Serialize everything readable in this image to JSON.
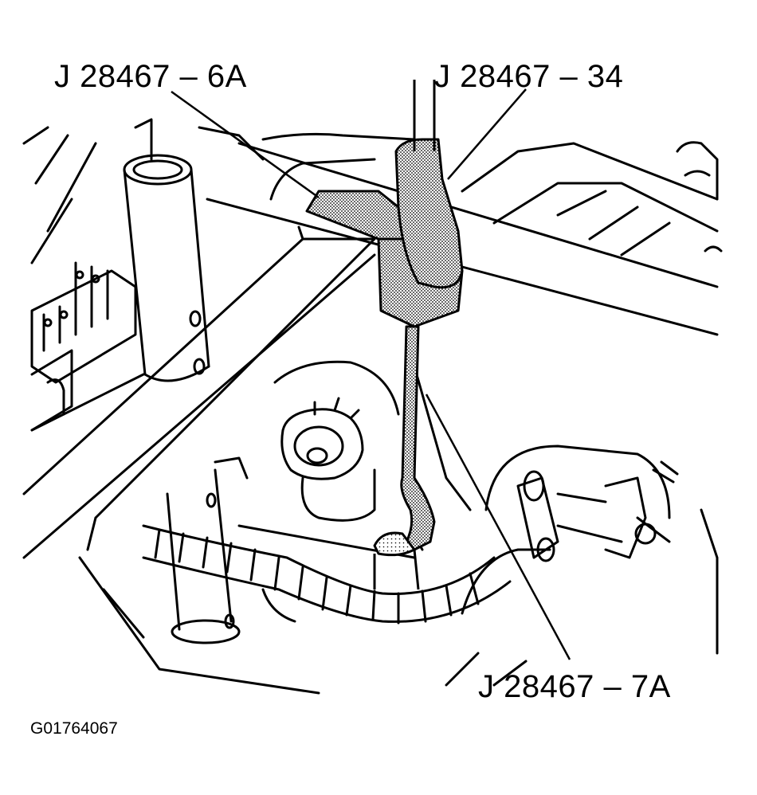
{
  "callouts": {
    "tool_6a": "J 28467 – 6A",
    "tool_34": "J 28467 – 34",
    "tool_7a": "J 28467 – 7A"
  },
  "figure_id": "G01764067",
  "colors": {
    "line": "#000000",
    "shade": "#c8c8c8",
    "background": "#ffffff"
  }
}
